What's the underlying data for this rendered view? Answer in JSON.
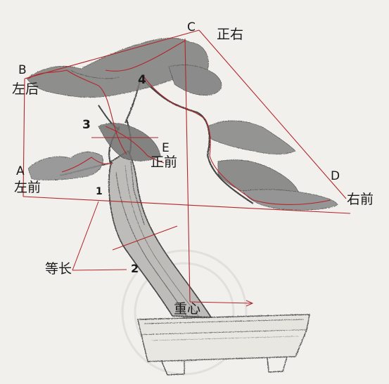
{
  "points": {
    "A": "A",
    "B": "B",
    "C": "C",
    "D": "D",
    "E": "E"
  },
  "numbers": {
    "n1": "1",
    "n2": "2",
    "n3": "3",
    "n4": "4"
  },
  "labels": {
    "left_front": "左前",
    "left_back": "左后",
    "front_right": "正右",
    "right_front": "右前",
    "front_front": "正前",
    "equal_length": "等长",
    "center_of_gravity": "重心"
  },
  "colors": {
    "guide_line": "#b3262a",
    "pencil": "#4a4a4a",
    "paper": "#f1f0ed"
  }
}
